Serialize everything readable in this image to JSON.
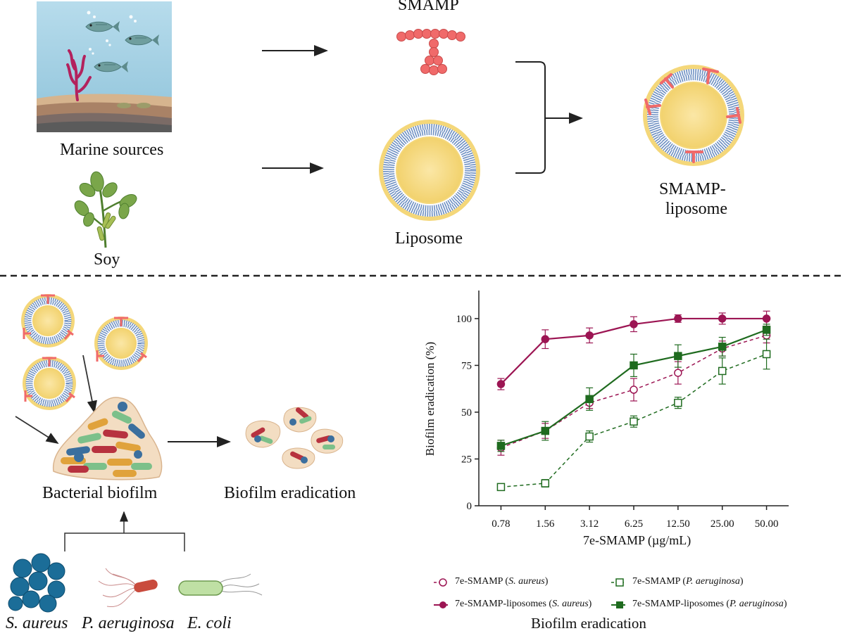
{
  "top": {
    "marine_label": "Marine sources",
    "soy_label": "Soy",
    "smamp_label": "SMAMP",
    "liposome_label": "Liposome",
    "smamp_liposome_line1": "SMAMP-",
    "smamp_liposome_line2": "liposome"
  },
  "bottom": {
    "biofilm_label": "Bacterial biofilm",
    "eradication_label": "Biofilm eradication",
    "bacteria": [
      "S. aureus",
      "P. aeruginosa",
      "E. coli"
    ],
    "chart_caption": "Biofilm eradication"
  },
  "colors": {
    "smamp_red": "#f06a6a",
    "maroon": "#9c1553",
    "green": "#1f6b1f",
    "membrane": "#6d8fc2",
    "liposome_yellow": "#f4d77a",
    "sea": "#a9d3e6"
  },
  "chart_data": {
    "type": "line",
    "xlabel": "7e-SMAMP (µg/mL)",
    "ylabel": "Biofilm eradication (%)",
    "categories": [
      "0.78",
      "1.56",
      "3.12",
      "6.25",
      "12.50",
      "25.00",
      "50.00"
    ],
    "ylim": [
      0,
      115
    ],
    "yticks": [
      0,
      25,
      50,
      75,
      100
    ],
    "series": [
      {
        "name": "7e-SMAMP (S. aureus)",
        "values": [
          31,
          40,
          55,
          62,
          71,
          84,
          91
        ],
        "err": [
          4,
          4,
          3,
          6,
          6,
          4,
          4
        ],
        "color": "#9c1553",
        "dash": true,
        "marker": "circle",
        "filled": false
      },
      {
        "name": "7e-SMAMP (P. aeruginosa)",
        "values": [
          10,
          12,
          37,
          45,
          55,
          72,
          81
        ],
        "err": [
          1,
          2,
          3,
          3,
          3,
          7,
          8
        ],
        "color": "#1f6b1f",
        "dash": true,
        "marker": "square",
        "filled": false
      },
      {
        "name": "7e-SMAMP-liposomes (S. aureus)",
        "values": [
          65,
          89,
          91,
          97,
          100,
          100,
          100
        ],
        "err": [
          3,
          5,
          4,
          4,
          2,
          3,
          4
        ],
        "color": "#9c1553",
        "dash": false,
        "marker": "circle",
        "filled": true
      },
      {
        "name": "7e-SMAMP-liposomes (P. aeruginosa)",
        "values": [
          32,
          40,
          57,
          75,
          80,
          85,
          94
        ],
        "err": [
          3,
          5,
          6,
          6,
          6,
          5,
          3
        ],
        "color": "#1f6b1f",
        "dash": false,
        "marker": "square",
        "filled": true
      }
    ],
    "legend": [
      {
        "prefix": "7e-SMAMP (",
        "organism": "S. aureus",
        "suffix": ")"
      },
      {
        "prefix": "7e-SMAMP (",
        "organism": "P. aeruginosa",
        "suffix": ")"
      },
      {
        "prefix": "7e-SMAMP-liposomes (",
        "organism": "S. aureus",
        "suffix": ")"
      },
      {
        "prefix": "7e-SMAMP-liposomes (",
        "organism": "P. aeruginosa",
        "suffix": ")"
      }
    ]
  }
}
